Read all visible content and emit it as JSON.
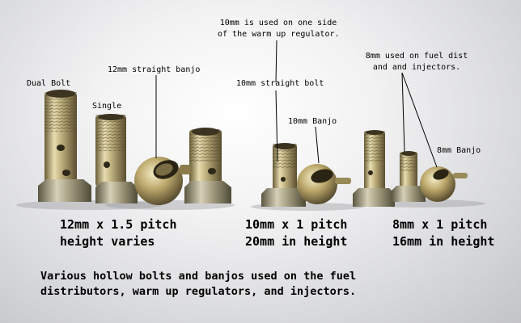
{
  "labels": {
    "dual_bolt": "Dual Bolt",
    "single": "Single",
    "straight_banjo_12": "12mm straight banjo",
    "used_10_line1": "10mm is used on one side",
    "used_10_line2": "of the warm up regulator.",
    "straight_bolt_10": "10mm straight bolt",
    "banjo_10": "10mm Banjo",
    "used_8_line1": "8mm used on fuel dist",
    "used_8_line2": "and and injectors.",
    "banjo_8": "8mm Banjo"
  },
  "specs": [
    {
      "line1": "12mm x 1.5 pitch",
      "line2": "height varies"
    },
    {
      "line1": "10mm x 1 pitch",
      "line2": "20mm in height"
    },
    {
      "line1": "8mm x 1 pitch",
      "line2": "16mm in height"
    }
  ],
  "caption": {
    "line1": "Various hollow bolts and banjos used on the fuel",
    "line2": "distributors, warm up regulators, and injectors."
  },
  "colors": {
    "background": "#e6e6e8",
    "metal_light": "#e4d8a8",
    "metal_mid": "#b0a070",
    "metal_dark": "#5e5232",
    "text": "#000000"
  }
}
